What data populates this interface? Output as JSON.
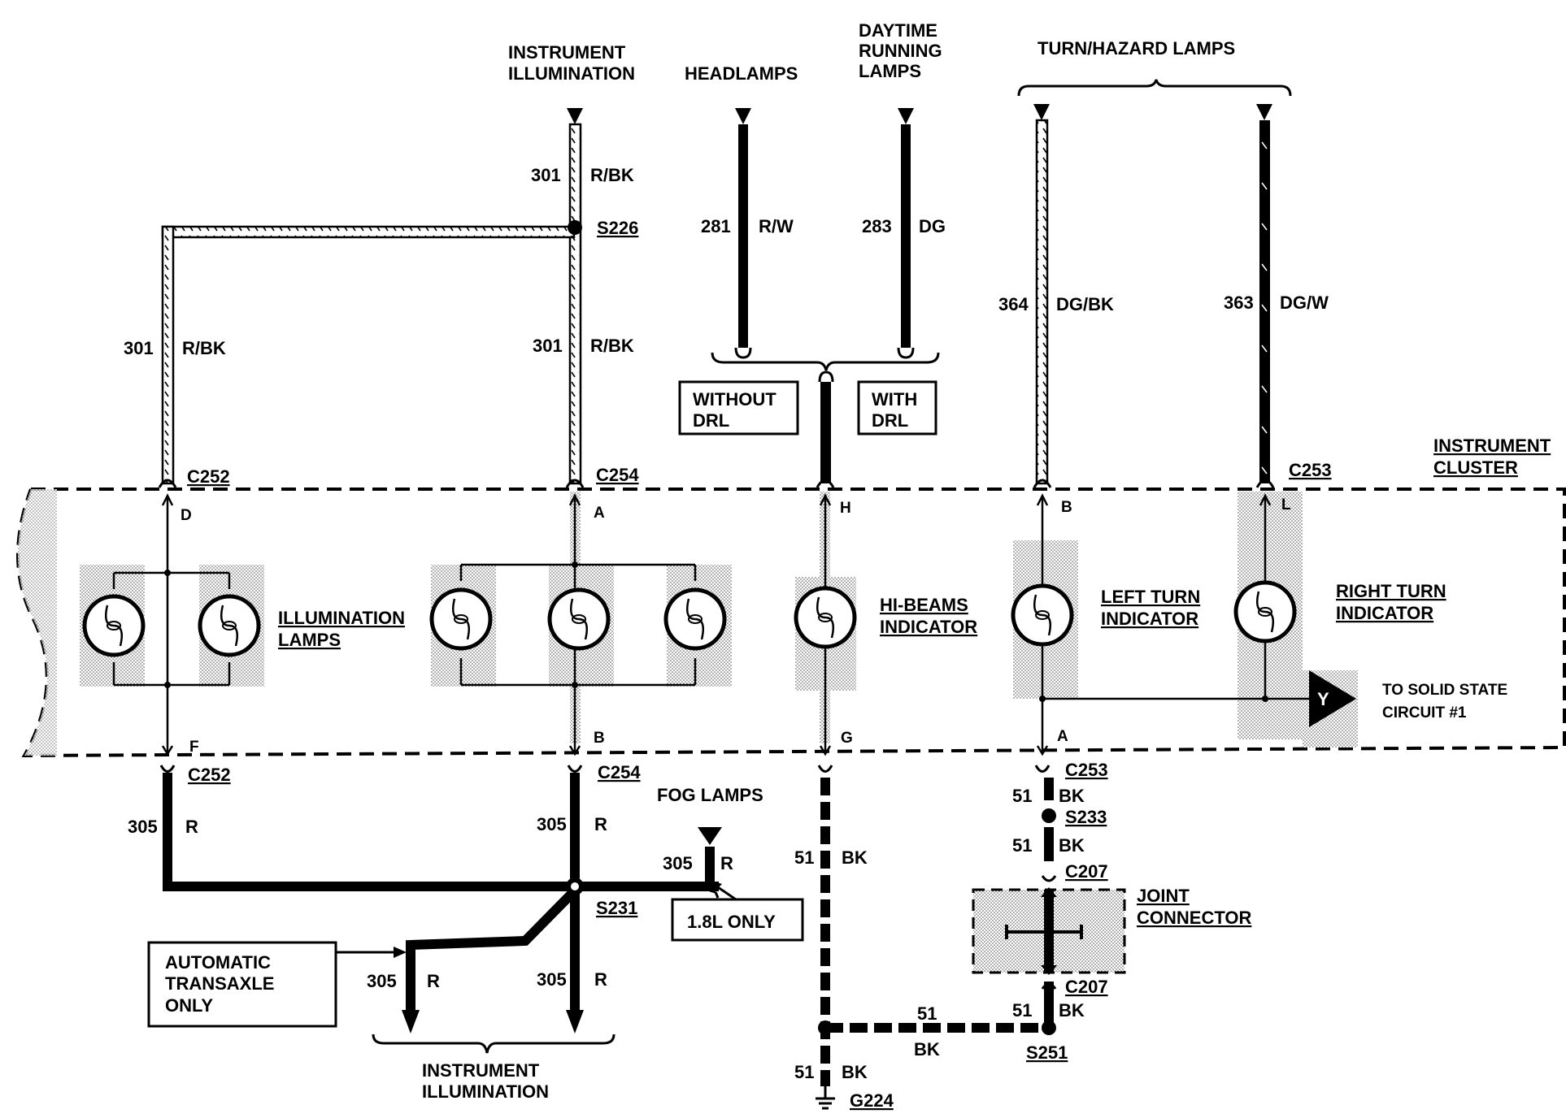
{
  "sources": {
    "instrument_illumination_top": [
      "INSTRUMENT",
      "ILLUMINATION"
    ],
    "headlamps": "HEADLAMPS",
    "drl": [
      "DAYTIME",
      "RUNNING",
      "LAMPS"
    ],
    "turn_hazard": "TURN/HAZARD LAMPS"
  },
  "wires": {
    "w301_top": {
      "num": "301",
      "color": "R/BK"
    },
    "w301_left": {
      "num": "301",
      "color": "R/BK"
    },
    "w301_mid": {
      "num": "301",
      "color": "R/BK"
    },
    "w281": {
      "num": "281",
      "color": "R/W"
    },
    "w283": {
      "num": "283",
      "color": "DG"
    },
    "w364": {
      "num": "364",
      "color": "DG/BK"
    },
    "w363": {
      "num": "363",
      "color": "DG/W"
    },
    "w305_left": {
      "num": "305",
      "color": "R"
    },
    "w305_mid": {
      "num": "305",
      "color": "R"
    },
    "w305_fog": {
      "num": "305",
      "color": "R"
    },
    "w305_auto": {
      "num": "305",
      "color": "R"
    },
    "w305_bottom": {
      "num": "305",
      "color": "R"
    },
    "w51_g": {
      "num": "51",
      "color": "BK"
    },
    "w51_c253": {
      "num": "51",
      "color": "BK"
    },
    "w51_s233": {
      "num": "51",
      "color": "BK"
    },
    "w51_c207": {
      "num": "51",
      "color": "BK"
    },
    "w51_horiz": {
      "num": "51",
      "color": "BK"
    },
    "w51_g224": {
      "num": "51",
      "color": "BK"
    }
  },
  "splices": {
    "s226": "S226",
    "s231": "S231",
    "s233": "S233",
    "s251": "S251"
  },
  "connectors": {
    "c252_top": "C252",
    "c254_top": "C254",
    "c253_top": "C253",
    "c252_bot": "C252",
    "c254_bot": "C254",
    "c253_bot": "C253",
    "c207_top": "C207",
    "c207_bot": "C207"
  },
  "pins": {
    "d": "D",
    "f": "F",
    "a_top": "A",
    "b_bot": "B",
    "h": "H",
    "g": "G",
    "b_top": "B",
    "a_bot": "A",
    "l": "L"
  },
  "boxes": {
    "without_drl": [
      "WITHOUT",
      "DRL"
    ],
    "with_drl": [
      "WITH",
      "DRL"
    ],
    "auto_transaxle": [
      "AUTOMATIC",
      "TRANSAXLE",
      "ONLY"
    ],
    "only_18l": "1.8L ONLY"
  },
  "cluster": {
    "title": [
      "INSTRUMENT",
      "CLUSTER"
    ],
    "illumination_lamps": [
      "ILLUMINATION",
      "LAMPS"
    ],
    "hi_beams": [
      "HI-BEAMS",
      "INDICATOR"
    ],
    "left_turn": [
      "LEFT TURN",
      "INDICATOR"
    ],
    "right_turn": [
      "RIGHT TURN",
      "INDICATOR"
    ],
    "solid_state": [
      "TO SOLID STATE",
      "CIRCUIT #1"
    ],
    "solid_state_tag": "Y"
  },
  "fog_lamps": "FOG LAMPS",
  "joint_connector": [
    "JOINT",
    "CONNECTOR"
  ],
  "instrument_illumination_bottom": [
    "INSTRUMENT",
    "ILLUMINATION"
  ],
  "ground": "G224"
}
